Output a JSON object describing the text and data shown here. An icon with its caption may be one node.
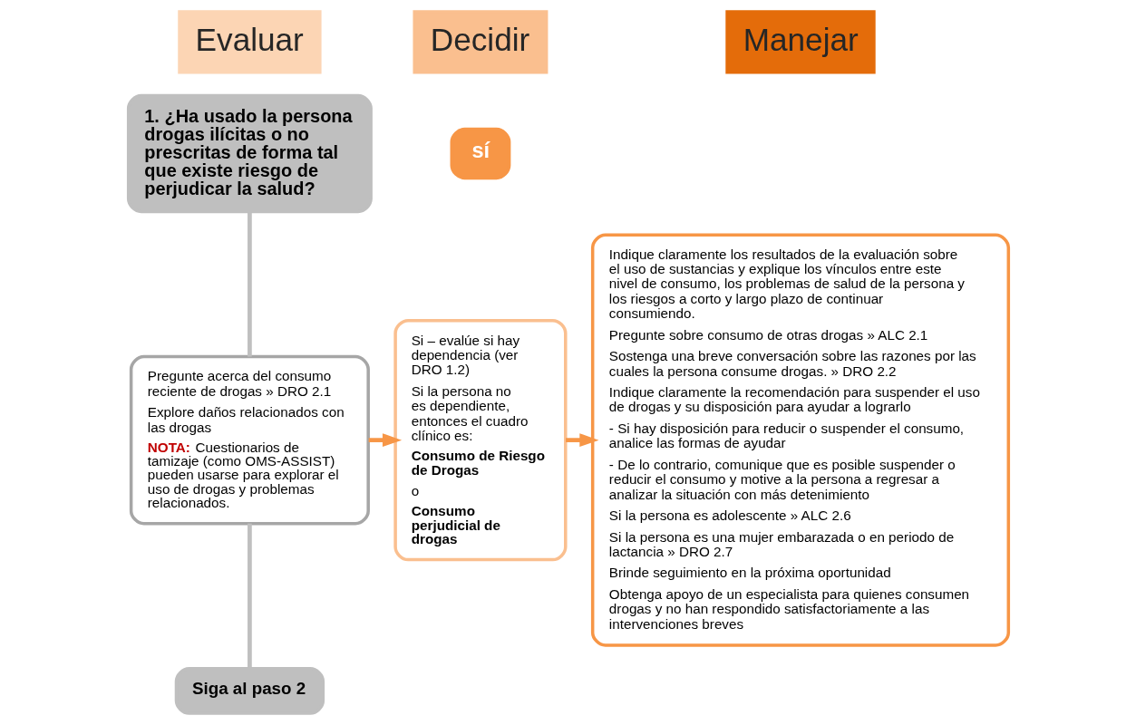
{
  "diagram": {
    "nodes": [
      {
        "text": [
          "Evaluar"
        ]
      },
      {
        "text": [
          "Decidir"
        ]
      },
      {
        "text": [
          "Manejar"
        ]
      },
      {
        "text": [
          "1. ¿Ha usado la persona drogas ilícitas o no prescritas de forma tal que existe riesgo de perjudicar la salud?"
        ]
      },
      {
        "text": [
          "Pregunte acerca del consumo reciente de drogas » DRO 2.1",
          "Explore daños relacionados con las drogas",
          "**NOTA:** Cuestionarios de tamizaje (como OMS-ASSIST) pueden usarse para explorar el uso de drogas y problemas relacionados."
        ]
      },
      {
        "text": [
          "Siga al paso 2"
        ]
      },
      {
        "text": [
          "sí"
        ]
      },
      {
        "text": [
          "Si – evalúe si hay dependencia (ver DRO 1.2)",
          "Si la persona no es dependiente, entonces el cuadro clínico es:",
          "Consumo de Riesgo de Drogas",
          "o",
          "Consumo perjudicial de drogas"
        ]
      },
      {
        "text": [
          "Indique claramente los resultados de la evaluación sobre el uso de sustancias y explique los vínculos entre este nivel de consumo, los problemas de salud de la persona y los riesgos a corto y largo plazo de continuar consumiendo.",
          "Pregunte sobre consumo de otras drogas » ALC 2.1",
          "Sostenga una breve conversación sobre las razones por las cuales la persona consume drogas. » DRO 2.2",
          "Indique claramente la recomendación para suspender el uso de drogas y su disposición para ayudar a lograrlo",
          "- Si hay disposición para reducir o suspender el consumo, analice las formas de ayudar",
          "- De lo contrario, comunique que es posible suspender o reducir el consumo y motive a la persona a regresar a analizar la situación con más detenimiento",
          "Si la persona es adolescente » ALC 2.6",
          "Si la persona es una mujer embarazada o en periodo de lactancia » DRO 2.7",
          "Brinde seguimiento en la próxima oportunidad",
          "Obtenga apoyo de un especialista para quienes consumen drogas y no han respondido satisfactoriamente a las intervenciones breves"
        ]
      }
    ],
    "edges": [
      {
        "from": 3,
        "to": 4,
        "arrow": "none"
      },
      {
        "from": 4,
        "to": 5,
        "arrow": "none"
      },
      {
        "from": 4,
        "to": 7,
        "arrow": "to",
        "color": "#f79646"
      },
      {
        "from": 7,
        "to": 8,
        "arrow": "to",
        "color": "#f79646"
      }
    ]
  }
}
